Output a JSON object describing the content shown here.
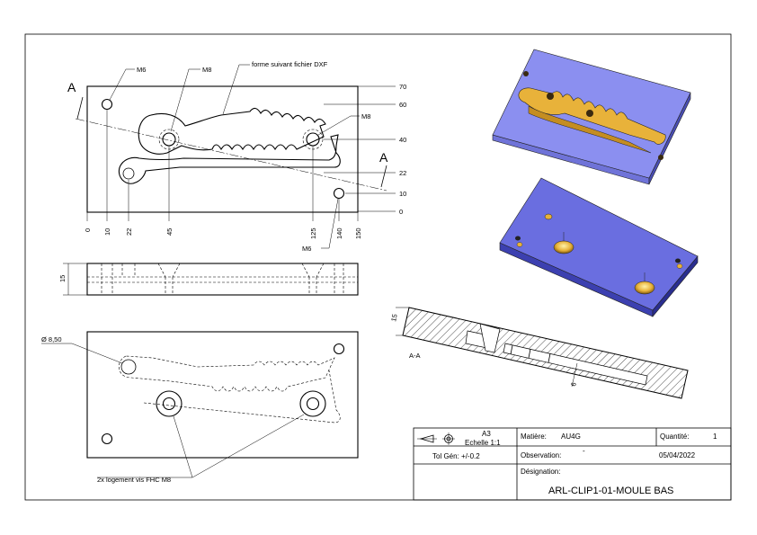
{
  "annotations": {
    "m6_top": "M6",
    "m8_top": "M8",
    "dxf_note": "forme suivant fichier DXF",
    "m8_right": "M8",
    "m6_bottom": "M6",
    "section_left": "A",
    "section_right": "A",
    "dia_label": "Ø 8,50",
    "pocket_note": "2x logement vis FHC M8",
    "section_view": "A-A"
  },
  "dims": {
    "vertical": [
      "70",
      "60",
      "40",
      "22",
      "10",
      "0"
    ],
    "horizontal": [
      "0",
      "10",
      "22",
      "45",
      "125",
      "140",
      "150"
    ],
    "thickness": "15",
    "section_thickness": "15",
    "section_depth": "6"
  },
  "title_block": {
    "format": "A3",
    "scale": "Echelle 1:1",
    "tolerance": "Tol Gén: +/-0.2",
    "material_label": "Matière:",
    "material_value": "AU4G",
    "quantity_label": "Quantité:",
    "quantity_value": "1",
    "observation_label": "Observation:",
    "observation_value": "-",
    "date": "05/04/2022",
    "designation_label": "Désignation:",
    "designation_value": "ARL-CLIP1-01-MOULE BAS"
  },
  "colors": {
    "iso_part": "#7b7fe6",
    "iso_part_dark": "#3b3fa6",
    "iso_cavity": "#e8b23a"
  }
}
